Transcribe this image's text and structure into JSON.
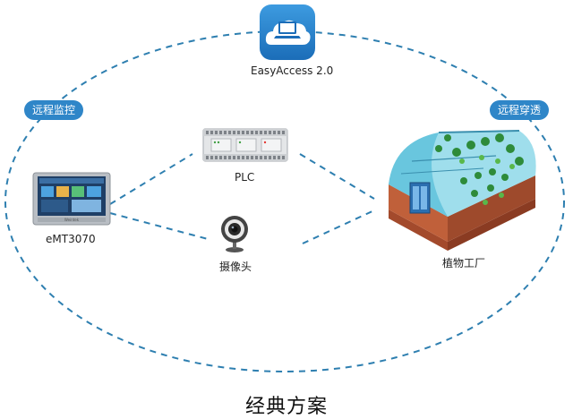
{
  "diagram": {
    "title": "经典方案",
    "cloud_label": "EasyAccess 2.0",
    "left_tag": "远程监控",
    "right_tag": "远程穿透",
    "hmi_label": "eMT3070",
    "plc_label": "PLC",
    "camera_label": "摄像头",
    "factory_label": "植物工厂",
    "hmi_brand": "Weintek"
  },
  "colors": {
    "accent": "#2f86c8",
    "dash": "#2e7fb0"
  },
  "icons": [
    "cloud-laptop-icon",
    "hmi-panel-icon",
    "plc-icon",
    "camera-icon",
    "greenhouse-icon"
  ]
}
